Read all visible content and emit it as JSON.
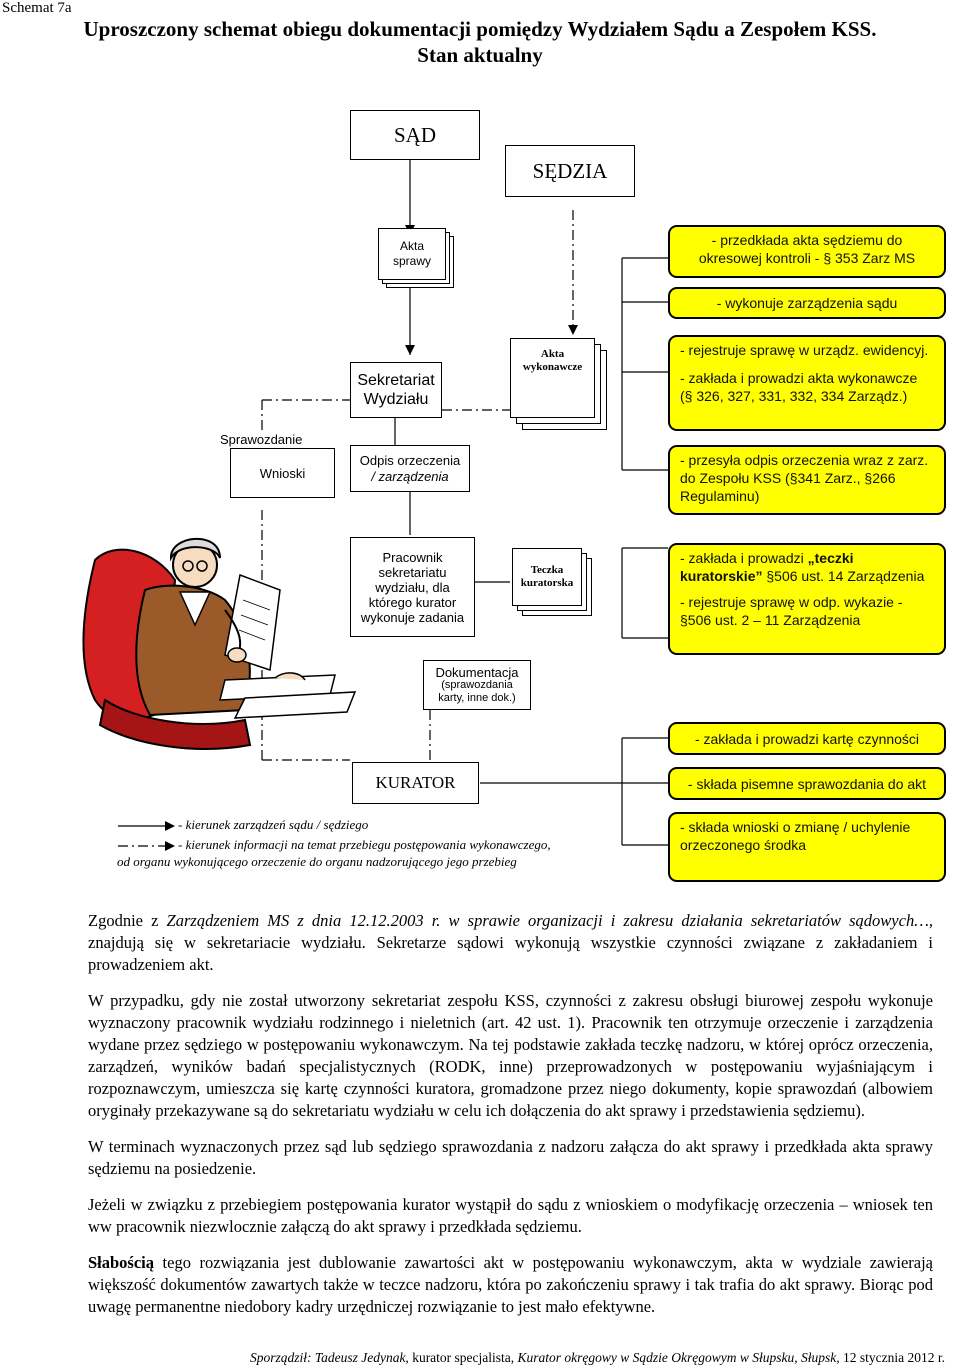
{
  "header": {
    "schemat_label": "Schemat 7a",
    "title_line1": "Uproszczony schemat obiegu dokumentacji pomiędzy Wydziałem Sądu a Zespołem KSS.",
    "title_line2": "Stan aktualny"
  },
  "diagram": {
    "sad": "SĄD",
    "sedzia": "SĘDZIA",
    "akta_sprawy_l1": "Akta",
    "akta_sprawy_l2": "sprawy",
    "sekretariat_l1": "Sekretariat",
    "sekretariat_l2": "Wydziału",
    "akta_wyk_l1": "Akta",
    "akta_wyk_l2": "wykonawcze",
    "sprawozdanie": "Sprawozdanie",
    "wnioski": "Wnioski",
    "odpis_l1": "Odpis orzeczenia",
    "odpis_l2": "/ zarządzenia",
    "pracownik_l1": "Pracownik",
    "pracownik_l2": "sekretariatu",
    "pracownik_l3": "wydziału, dla",
    "pracownik_l4": "którego kurator",
    "pracownik_l5": "wykonuje zadania",
    "teczka_l1": "Teczka",
    "teczka_l2": "kuratorska",
    "dok_l1": "Dokumentacja",
    "dok_l2": "(sprawozdania",
    "dok_l3": "karty, inne dok.)",
    "kurator": "KURATOR",
    "legend_solid": "- kierunek zarządzeń sądu / sędziego",
    "legend_dash_l1": "- kierunek informacji na temat przebiegu postępowania wykonawczego,",
    "legend_dash_l2": "od organu wykonującego orzeczenie do organu nadzorującego jego przebieg"
  },
  "notes": {
    "n1_l1": "- przedkłada akta sędziemu do",
    "n1_l2": "okresowej kontroli - § 353 Zarz MS",
    "n2": "- wykonuje zarządzenia sądu",
    "n3_l1": "- rejestruje sprawę w urządz. ewidencyj.",
    "n3_l2": "- zakłada i prowadzi akta wykonawcze",
    "n3_l3": "(§ 326, 327, 331, 332, 334 Zarządz.)",
    "n4_l1": "- przesyła odpis orzeczenia wraz z zarz.",
    "n4_l2": "do Zespołu KSS (§341 Zarz., §266",
    "n4_l3": "Regulaminu)",
    "n5_l1a": "- zakłada i prowadzi ",
    "n5_l1b": "„teczki",
    "n5_l2a": "kuratorskie”",
    "n5_l2b": " §506 ust. 14 Zarządzenia",
    "n5_l3": "- rejestruje sprawę w odp. wykazie -",
    "n5_l4": "§506 ust. 2 – 11 Zarządzenia",
    "n6": "- zakłada i prowadzi kartę czynności",
    "n7": "- składa pisemne sprawozdania do akt",
    "n8_l1": "- składa wnioski o zmianę / uchylenie",
    "n8_l2": "orzeczonego środka"
  },
  "paragraphs": {
    "p1_a": "Zgodnie z ",
    "p1_b": "Zarządzeniem MS z dnia 12.12.2003 r. w sprawie organizacji i zakresu działania sekretariatów sądowych…,",
    "p1_c": " znajdują się w sekretariacie wydziału. Sekretarze sądowi wykonują wszystkie czynności związane z zakładaniem i prowadzeniem akt.",
    "p2": "W przypadku, gdy nie został utworzony sekretariat zespołu KSS, czynności z zakresu obsługi biurowej zespołu wykonuje wyznaczony pracownik wydziału rodzinnego i nieletnich (art. 42 ust. 1). Pracownik ten otrzymuje orzeczenie i zarządzenia wydane przez sędziego w postępowaniu wykonawczym. Na tej podstawie zakłada teczkę nadzoru, w której oprócz orzeczenia, zarządzeń, wyników badań specjalistycznych (RODK, inne) przeprowadzonych w postępowaniu wyjaśniającym i rozpoznawczym, umieszcza się kartę czynności kuratora, gromadzone przez niego dokumenty, kopie sprawozdań (albowiem oryginały przekazywane są do sekretariatu wydziału w celu ich dołączenia do akt sprawy i przedstawienia sędziemu).",
    "p3": "W terminach wyznaczonych przez sąd lub sędziego sprawozdania z nadzoru załącza do akt sprawy i przedkłada akta sprawy sędziemu na posiedzenie.",
    "p4": "Jeżeli w związku z przebiegiem postępowania kurator wystąpił do sądu z wnioskiem o modyfikację orzeczenia – wniosek ten ww pracownik niezwlocznie załączą do akt sprawy i przedkłada sędziemu.",
    "p5_a": "Słabością",
    "p5_b": " tego rozwiązania jest dublowanie zawartości akt w postępowaniu wykonawczym, akta w wydziale zawierają większość dokumentów zawartych także w teczce nadzoru, która po zakończeniu sprawy i tak trafia do akt sprawy. Biorąc pod uwagę permanentne niedobory kadry urzędniczej rozwiązanie to jest mało efektywne."
  },
  "footer": {
    "a": "Sporządził: Tadeusz Jedynak,",
    "b": " kurator specjalista, ",
    "c": "Kurator okręgowy w Sądzie Okręgowym w Słupsku, Słupsk,",
    "d": " 12 stycznia 2012 r."
  },
  "colors": {
    "note_bg": "#ffff00",
    "line": "#000000",
    "suit": "#9a5a2a",
    "chair": "#d42020"
  }
}
